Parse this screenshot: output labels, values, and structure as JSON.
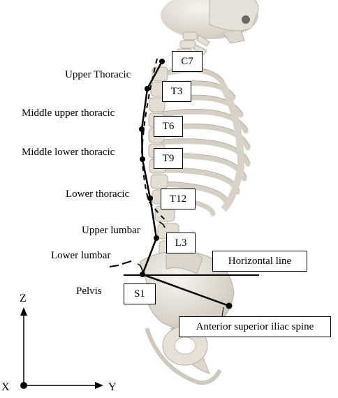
{
  "vertebrae": [
    "C7",
    "T3",
    "T6",
    "T9",
    "T12",
    "L3",
    "S1"
  ],
  "segments": [
    "Upper Thoracic",
    "Middle upper thoracic",
    "Middle lower thoracic",
    "Lower thoracic",
    "Upper lumbar",
    "Lower lumbar",
    "Pelvis"
  ],
  "callouts": {
    "horizontal_line": "Horizontal line",
    "asis": "Anterior superior iliac spine"
  },
  "axes": {
    "z": "Z",
    "x": "X",
    "y": "Y"
  },
  "colors": {
    "bone": "#e9e4dc",
    "bone_shadow": "#c9c2b6",
    "line": "#000000"
  }
}
